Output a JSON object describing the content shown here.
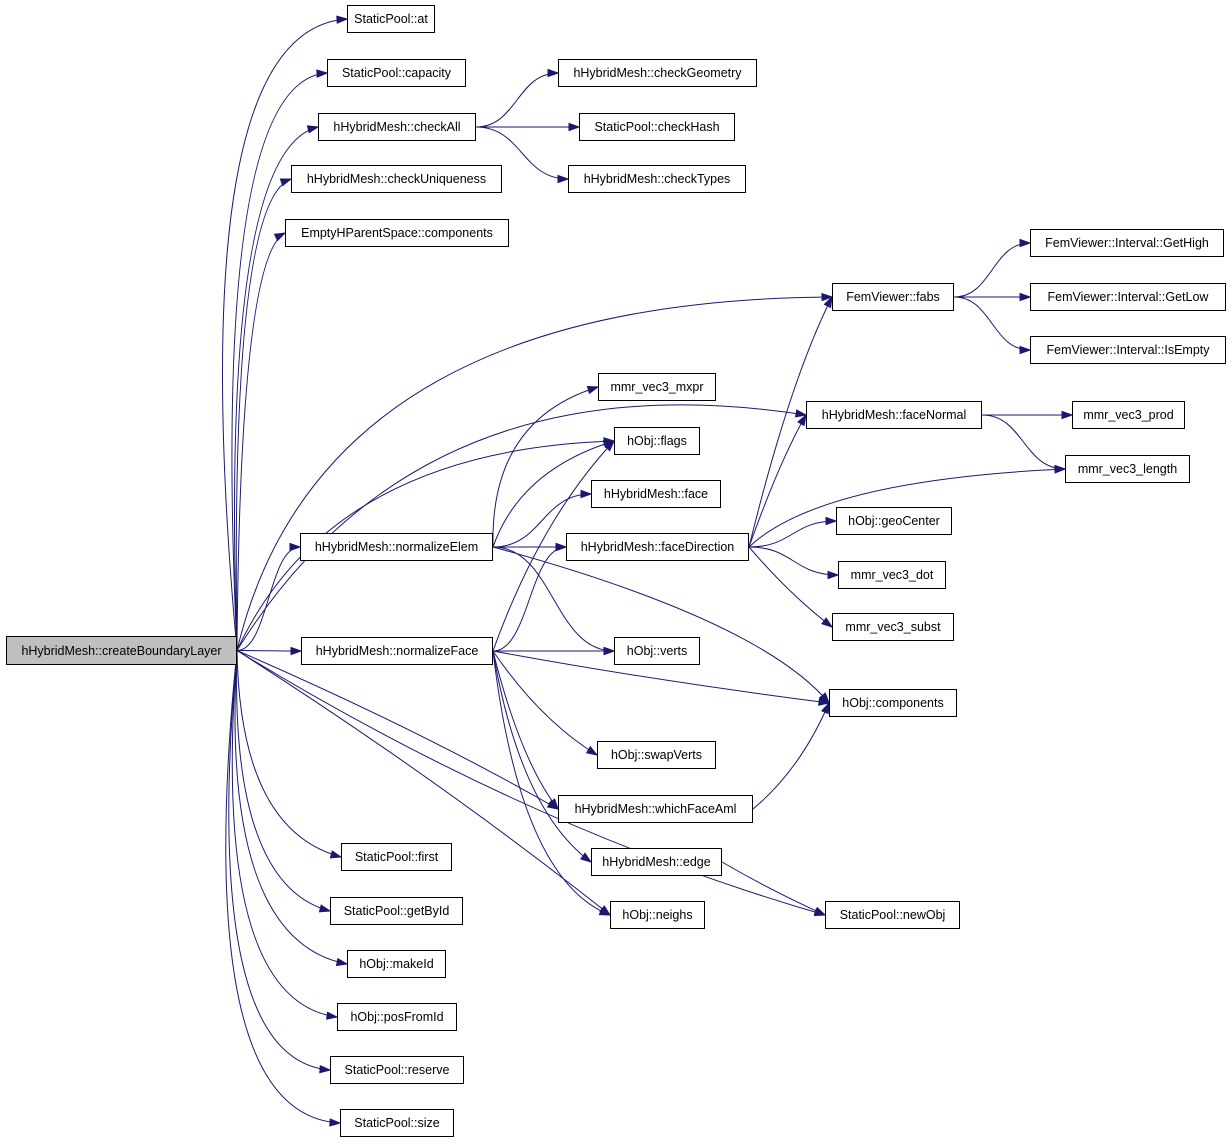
{
  "graph": {
    "nodes": [
      {
        "id": "root",
        "label": "hHybridMesh::createBoundaryLayer",
        "root": true
      },
      {
        "id": "sp_at",
        "label": "StaticPool::at"
      },
      {
        "id": "sp_capacity",
        "label": "StaticPool::capacity"
      },
      {
        "id": "hm_checkAll",
        "label": "hHybridMesh::checkAll"
      },
      {
        "id": "hm_checkUniqueness",
        "label": "hHybridMesh::checkUniqueness"
      },
      {
        "id": "ehp_components",
        "label": "EmptyHParentSpace::components"
      },
      {
        "id": "hm_checkGeometry",
        "label": "hHybridMesh::checkGeometry"
      },
      {
        "id": "sp_checkHash",
        "label": "StaticPool::checkHash"
      },
      {
        "id": "hm_checkTypes",
        "label": "hHybridMesh::checkTypes"
      },
      {
        "id": "fv_fabs",
        "label": "FemViewer::fabs"
      },
      {
        "id": "fv_getHigh",
        "label": "FemViewer::Interval::GetHigh"
      },
      {
        "id": "fv_getLow",
        "label": "FemViewer::Interval::GetLow"
      },
      {
        "id": "fv_isEmpty",
        "label": "FemViewer::Interval::IsEmpty"
      },
      {
        "id": "mmr_mxpr",
        "label": "mmr_vec3_mxpr"
      },
      {
        "id": "hm_faceNormal",
        "label": "hHybridMesh::faceNormal"
      },
      {
        "id": "mmr_prod",
        "label": "mmr_vec3_prod"
      },
      {
        "id": "ho_flags",
        "label": "hObj::flags"
      },
      {
        "id": "mmr_length",
        "label": "mmr_vec3_length"
      },
      {
        "id": "hm_face",
        "label": "hHybridMesh::face"
      },
      {
        "id": "ho_geoCenter",
        "label": "hObj::geoCenter"
      },
      {
        "id": "hm_normalizeElem",
        "label": "hHybridMesh::normalizeElem"
      },
      {
        "id": "hm_faceDirection",
        "label": "hHybridMesh::faceDirection"
      },
      {
        "id": "mmr_dot",
        "label": "mmr_vec3_dot"
      },
      {
        "id": "mmr_subst",
        "label": "mmr_vec3_subst"
      },
      {
        "id": "hm_normalizeFace",
        "label": "hHybridMesh::normalizeFace"
      },
      {
        "id": "ho_verts",
        "label": "hObj::verts"
      },
      {
        "id": "ho_components",
        "label": "hObj::components"
      },
      {
        "id": "ho_swapVerts",
        "label": "hObj::swapVerts"
      },
      {
        "id": "hm_whichFaceAml",
        "label": "hHybridMesh::whichFaceAml"
      },
      {
        "id": "hm_edge",
        "label": "hHybridMesh::edge"
      },
      {
        "id": "sp_first",
        "label": "StaticPool::first"
      },
      {
        "id": "ho_neighs",
        "label": "hObj::neighs"
      },
      {
        "id": "sp_newObj",
        "label": "StaticPool::newObj"
      },
      {
        "id": "sp_getById",
        "label": "StaticPool::getById"
      },
      {
        "id": "ho_makeId",
        "label": "hObj::makeId"
      },
      {
        "id": "ho_posFromId",
        "label": "hObj::posFromId"
      },
      {
        "id": "sp_reserve",
        "label": "StaticPool::reserve"
      },
      {
        "id": "sp_size",
        "label": "StaticPool::size"
      }
    ],
    "edges": [
      {
        "from": "root",
        "to": "sp_at"
      },
      {
        "from": "root",
        "to": "sp_capacity"
      },
      {
        "from": "root",
        "to": "hm_checkAll"
      },
      {
        "from": "root",
        "to": "hm_checkUniqueness"
      },
      {
        "from": "root",
        "to": "ehp_components"
      },
      {
        "from": "root",
        "to": "fv_fabs"
      },
      {
        "from": "root",
        "to": "hm_faceNormal"
      },
      {
        "from": "root",
        "to": "ho_flags"
      },
      {
        "from": "root",
        "to": "hm_normalizeElem"
      },
      {
        "from": "root",
        "to": "hm_normalizeFace"
      },
      {
        "from": "root",
        "to": "hm_whichFaceAml"
      },
      {
        "from": "root",
        "to": "ho_neighs"
      },
      {
        "from": "root",
        "to": "sp_newObj"
      },
      {
        "from": "root",
        "to": "sp_first"
      },
      {
        "from": "root",
        "to": "sp_getById"
      },
      {
        "from": "root",
        "to": "ho_makeId"
      },
      {
        "from": "root",
        "to": "ho_posFromId"
      },
      {
        "from": "root",
        "to": "sp_reserve"
      },
      {
        "from": "root",
        "to": "sp_size"
      },
      {
        "from": "hm_checkAll",
        "to": "hm_checkGeometry"
      },
      {
        "from": "hm_checkAll",
        "to": "sp_checkHash"
      },
      {
        "from": "hm_checkAll",
        "to": "hm_checkTypes"
      },
      {
        "from": "fv_fabs",
        "to": "fv_getHigh"
      },
      {
        "from": "fv_fabs",
        "to": "fv_getLow"
      },
      {
        "from": "fv_fabs",
        "to": "fv_isEmpty"
      },
      {
        "from": "hm_faceNormal",
        "to": "mmr_prod"
      },
      {
        "from": "hm_faceNormal",
        "to": "mmr_length"
      },
      {
        "from": "hm_normalizeElem",
        "to": "mmr_mxpr"
      },
      {
        "from": "hm_normalizeElem",
        "to": "ho_flags"
      },
      {
        "from": "hm_normalizeElem",
        "to": "hm_face"
      },
      {
        "from": "hm_normalizeElem",
        "to": "hm_faceDirection"
      },
      {
        "from": "hm_normalizeElem",
        "to": "ho_verts"
      },
      {
        "from": "hm_normalizeElem",
        "to": "ho_components"
      },
      {
        "from": "hm_faceDirection",
        "to": "fv_fabs"
      },
      {
        "from": "hm_faceDirection",
        "to": "hm_faceNormal"
      },
      {
        "from": "hm_faceDirection",
        "to": "mmr_length"
      },
      {
        "from": "hm_faceDirection",
        "to": "ho_geoCenter"
      },
      {
        "from": "hm_faceDirection",
        "to": "mmr_dot"
      },
      {
        "from": "hm_faceDirection",
        "to": "mmr_subst"
      },
      {
        "from": "hm_normalizeFace",
        "to": "ho_flags"
      },
      {
        "from": "hm_normalizeFace",
        "to": "hm_faceDirection"
      },
      {
        "from": "hm_normalizeFace",
        "to": "ho_verts"
      },
      {
        "from": "hm_normalizeFace",
        "to": "ho_components"
      },
      {
        "from": "hm_normalizeFace",
        "to": "ho_swapVerts"
      },
      {
        "from": "hm_normalizeFace",
        "to": "hm_whichFaceAml"
      },
      {
        "from": "hm_normalizeFace",
        "to": "hm_edge"
      },
      {
        "from": "hm_normalizeFace",
        "to": "ho_neighs"
      },
      {
        "from": "hm_whichFaceAml",
        "to": "ho_components"
      },
      {
        "from": "hm_edge",
        "to": "sp_newObj"
      }
    ]
  },
  "colors": {
    "edge": "#191970",
    "root_fill": "#bfbfbf",
    "node_fill": "#ffffff",
    "border": "#000000"
  }
}
